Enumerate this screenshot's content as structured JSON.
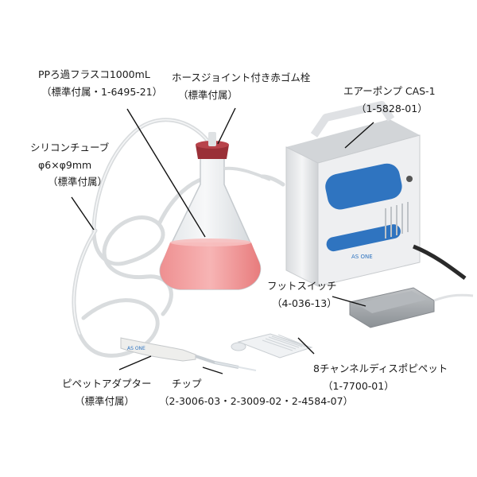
{
  "labels": {
    "flask": {
      "name": "PPろ過フラスコ1000mL",
      "note": "（標準付属・1-6495-21）"
    },
    "stopper": {
      "name": "ホースジョイント付き赤ゴム栓",
      "note": "（標準付属）"
    },
    "pump": {
      "name": "エアーポンプ CAS-1",
      "code": "（1-5828-01）"
    },
    "tube": {
      "name": "シリコンチューブ",
      "size": "φ6×φ9mm",
      "note": "（標準付属）"
    },
    "footswitch": {
      "name": "フットスイッチ",
      "code": "（4-036-13）"
    },
    "pipette8": {
      "name": "8チャンネルディスポピペット",
      "code": "（1-7700-01）"
    },
    "adapter": {
      "name": "ピペットアダプター",
      "note": "（標準付属）"
    },
    "tip": {
      "name": "チップ",
      "code": "（2-3006-03・2-3009-02・2-4584-07）"
    }
  },
  "branding": {
    "pump_logo": "AS ONE",
    "adapter_logo": "AS ONE"
  },
  "colors": {
    "liquid": "#f08a8a",
    "stopper": "#a0323a",
    "pump_body": "#e9eaec",
    "pump_accent": "#2f74c0",
    "footswitch": "#9ea2a6"
  }
}
